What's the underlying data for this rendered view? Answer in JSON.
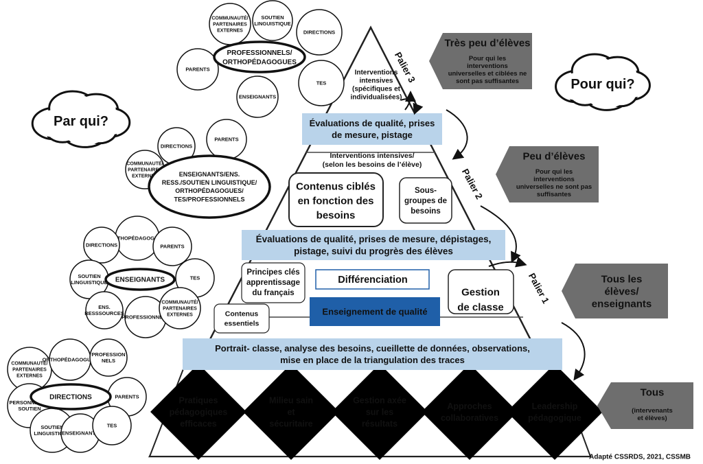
{
  "palier_labels": [
    "Palier 3",
    "Palier 2",
    "Palier 1"
  ],
  "left_question": "Par qui?",
  "right_question": "Pour qui?",
  "who_groups": [
    {
      "center": [
        "PROFESSIONNELS/",
        "ORTHOPÉDAGOGUES"
      ],
      "bubbles": [
        [
          "COMMUNAUTÉ/",
          "PARTENAIRES",
          "EXTERNES"
        ],
        [
          "SOUTIEN",
          "LINGUISTIQUE"
        ],
        [
          "DIRECTIONS"
        ],
        [
          "PARENTS"
        ],
        [
          "TES"
        ],
        [
          "ENSEIGNANTS"
        ]
      ]
    },
    {
      "center": [
        "ENSEIGNANTS/ENS.",
        "RESS./SOUTIEN LINGUISTIQUE/",
        "ORTHOPÉDAGOGUES/",
        "TES/PROFESSIONNELS"
      ],
      "bubbles": [
        [
          "DIRECTIONS"
        ],
        [
          "PARENTS"
        ],
        [
          "COMMUNAUTÉ/",
          "PARTENAIRES",
          "EXTERNES"
        ]
      ]
    },
    {
      "center": [
        "ENSEIGNANTS"
      ],
      "bubbles": [
        [
          "ORTHOPÉDAGOGUES"
        ],
        [
          "PARENTS"
        ],
        [
          "DIRECTIONS"
        ],
        [
          "SOUTIEN",
          "LINGUISTIQUE"
        ],
        [
          "TES"
        ],
        [
          "ENS.",
          "RESSSOURCES"
        ],
        [
          "PROFESSIONNELS"
        ],
        [
          "COMMUNAUTÉ/",
          "PARTENAIRES",
          "EXTERNES"
        ]
      ]
    },
    {
      "center": [
        "DIRECTIONS"
      ],
      "bubbles": [
        [
          "COMMUNAUTÉ/",
          "PARTENAIRES",
          "EXTERNES"
        ],
        [
          "ORTHOPÉDAGOGUES"
        ],
        [
          "PROFESSION",
          "NELS"
        ],
        [
          "PERSONNEL DE",
          "SOUTIEN"
        ],
        [
          "PARENTS"
        ],
        [
          "SOUTIEN",
          "LINGUISTIQUE"
        ],
        [
          "ENSEIGNANTS"
        ],
        [
          "TES"
        ]
      ]
    }
  ],
  "tier3": {
    "text": [
      "Interventions",
      "intensives",
      "(spécifiques et",
      "individualisées)"
    ],
    "band": [
      "Évaluations de qualité, prises",
      "de mesure, pistage"
    ]
  },
  "tier2": {
    "heading": [
      "Interventions intensives/",
      "(selon les besoins de l’élève)"
    ],
    "box1": [
      "Contenus ciblés",
      "en fonction des",
      "besoins"
    ],
    "box2": [
      "Sous-",
      "groupes de",
      "besoins"
    ],
    "band": [
      "Évaluations de qualité, prises de mesure, dépistages,",
      "pistage, suivi du progrès des élèves"
    ]
  },
  "tier1": {
    "principes": [
      "Principes clés",
      "apprentissage",
      "du français"
    ],
    "differenciation": "Différenciation",
    "gestion": [
      "Gestion",
      "de classe"
    ],
    "contenus": [
      "Contenus",
      "essentiels"
    ],
    "enseignement": "Enseignement de qualité"
  },
  "base": {
    "band": [
      "Portrait- classe, analyse des besoins, cueillette de données, observations,",
      "mise en place de la triangulation des traces"
    ],
    "diamonds": [
      [
        "Pratiques",
        "pédagogiques",
        "efficaces"
      ],
      [
        "Milieu sain",
        "et",
        "sécuritaire"
      ],
      [
        "Gestion axée",
        "sur les",
        "résultats"
      ],
      [
        "Approches",
        "collaboratives"
      ],
      [
        "Leadership",
        "pédagogique"
      ]
    ]
  },
  "for_whom": [
    {
      "title": [
        "Très peu d’élèves"
      ],
      "sub": [
        "Pour qui les",
        "interventions",
        "universelles et ciblées ne",
        "sont pas suffisantes"
      ]
    },
    {
      "title": [
        "Peu d’élèves"
      ],
      "sub": [
        "Pour qui les",
        "interventions",
        "universelles ne sont pas",
        "suffisantes"
      ]
    },
    {
      "title": [
        "Tous les",
        "élèves/",
        "enseignants"
      ],
      "sub": []
    },
    {
      "title": [
        "Tous"
      ],
      "sub": [
        "(intervenants",
        "et élèves)"
      ]
    }
  ],
  "credit": "Adapté CSSRDS, 2021, CSSMB",
  "colors": {
    "band": "#b9d3ea",
    "blue_box": "#1f5fa8",
    "palier": "#2b73b8",
    "arrow_tag": "#6e6e6e"
  }
}
